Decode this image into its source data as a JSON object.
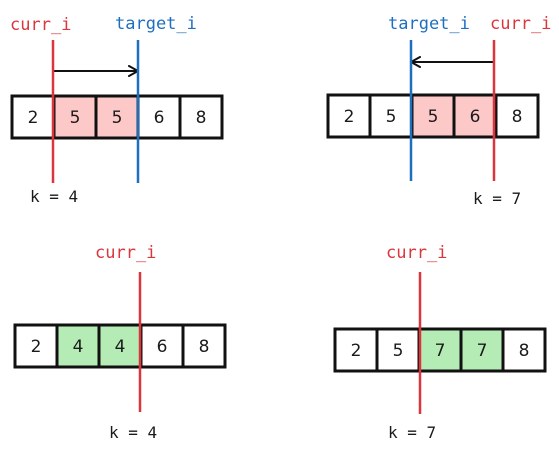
{
  "colors": {
    "curr": "#d9363e",
    "target": "#1f6fc0",
    "highlight_red": "#fcc8c8",
    "highlight_green": "#b5ecb5",
    "cell": "#ffffff",
    "border": "#111111"
  },
  "panels": [
    {
      "id": "top-left",
      "values": [
        "2",
        "5",
        "5",
        "6",
        "8"
      ],
      "highlight": [
        1,
        2
      ],
      "highlight_color": "red",
      "curr_label": "curr_i",
      "target_label": "target_i",
      "k_label": "k = 4",
      "arrow": "right"
    },
    {
      "id": "top-right",
      "values": [
        "2",
        "5",
        "5",
        "6",
        "8"
      ],
      "highlight": [
        2,
        3
      ],
      "highlight_color": "red",
      "curr_label": "curr_i",
      "target_label": "target_i",
      "k_label": "k = 7",
      "arrow": "left"
    },
    {
      "id": "bottom-left",
      "values": [
        "2",
        "4",
        "4",
        "6",
        "8"
      ],
      "highlight": [
        1,
        2
      ],
      "highlight_color": "green",
      "curr_label": "curr_i",
      "k_label": "k = 4"
    },
    {
      "id": "bottom-right",
      "values": [
        "2",
        "5",
        "7",
        "7",
        "8"
      ],
      "highlight": [
        2,
        3
      ],
      "highlight_color": "green",
      "curr_label": "curr_i",
      "k_label": "k = 7"
    }
  ]
}
